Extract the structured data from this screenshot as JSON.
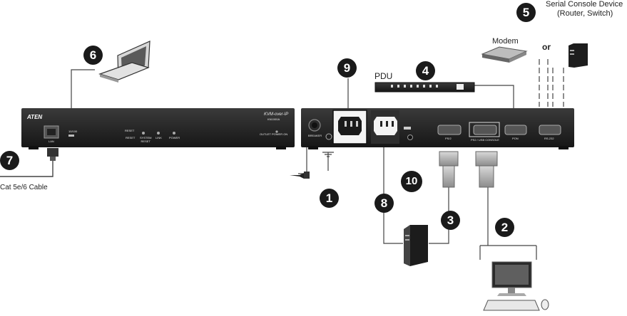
{
  "labels": {
    "serial_console": "Serial Console Device",
    "serial_console_sub": "(Router, Switch)",
    "modem": "Modem",
    "or": "or",
    "pdu": "PDU",
    "cable": "Cat 5e/6 Cable"
  },
  "callouts": [
    "1",
    "2",
    "3",
    "4",
    "5",
    "6",
    "7",
    "8",
    "9",
    "10"
  ],
  "front_panel": {
    "brand": "ATEN",
    "title": "KVM-over-IP",
    "model": "KN1000A",
    "lan": "LAN",
    "lan_sub": "10/100",
    "reset": "RESET",
    "reset_sub": "SYSTEM\nRESET",
    "link": "LINK",
    "power": "POWER",
    "outlet": "OUTLET",
    "power_on": "POWER ON"
  },
  "rear_panel": {
    "breaker": "BREAKER",
    "ps2": "PS/2",
    "ps2_usb_console": "PS2 / USB CONSOLE",
    "pon": "PON",
    "rs232": "RS-232"
  },
  "colors": {
    "device": "#1f1f1f",
    "callout": "#1a1a1a",
    "line": "#444444"
  }
}
